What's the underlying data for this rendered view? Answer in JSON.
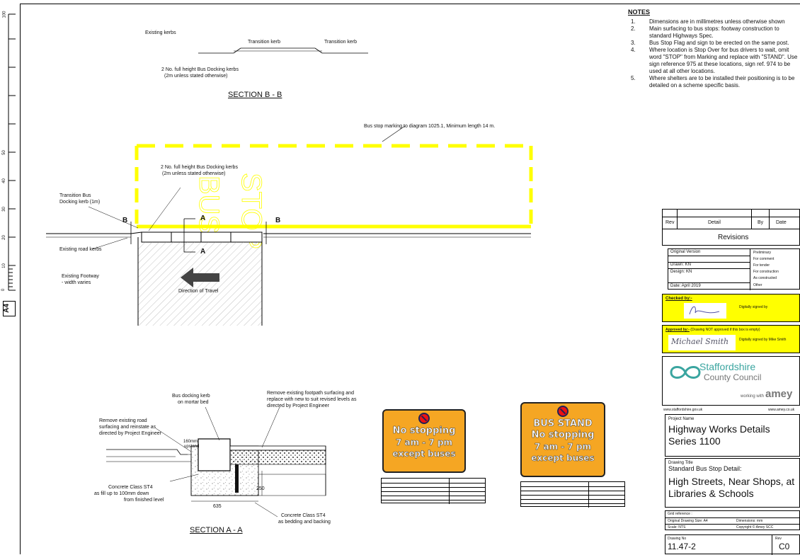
{
  "sheet_size_label": "A4",
  "scale_bar_ticks": [
    "0",
    "10",
    "20",
    "30",
    "40",
    "50",
    "100"
  ],
  "notes": {
    "title": "NOTES",
    "items": [
      {
        "n": "1.",
        "text": "Dimensions are in millimetres unless otherwise shown"
      },
      {
        "n": "2.",
        "text": "Main surfacing to bus stops: footway construction to standard Highways Spec."
      },
      {
        "n": "3.",
        "text": "Bus Stop Flag and sign to be erected on the same post."
      },
      {
        "n": "4.",
        "text": "Where location is Stop Over for bus drivers to wait, omit word \"STOP\" from Marking and replace with \"STAND\". Use sign reference 975 at these locations, sign ref. 974 to be used at all other locations."
      },
      {
        "n": "5.",
        "text": "Where shelters are to be installed their positioning is to be detailed on a scheme specific basis."
      }
    ]
  },
  "section_bb": {
    "title": "SECTION B - B",
    "existing_kerbs": "Existing kerbs",
    "transition_kerb_1": "Transition kerb",
    "transition_kerb_2": "Transition kerb",
    "docking_note_1": "2 No. full height Bus Docking kerbs",
    "docking_note_2": "(2m unless stated otherwise)"
  },
  "plan": {
    "marking_note": "Bus stop marking to diagram 1025.1, Minimum length 14 m.",
    "docking_note_1": "2 No. full height Bus Docking kerbs",
    "docking_note_2": "(2m unless stated otherwise)",
    "transition_note_1": "Transition Bus",
    "transition_note_2": "Docking kerb (1m)",
    "existing_road_kerbs": "Existing road kerbs",
    "footway_1": "Existing Footway",
    "footway_2": "- width varies",
    "direction": "Direction of Travel",
    "marking_word_1": "BUS",
    "marking_word_2": "STOP",
    "label_b_left": "B",
    "label_b_right": "B",
    "label_a_top": "A",
    "label_a_bottom": "A"
  },
  "section_aa": {
    "title": "SECTION A - A",
    "bus_kerb_1": "Bus docking kerb",
    "bus_kerb_2": "on mortar bed",
    "remove_footpath_1": "Remove existing footpath surfacing and",
    "remove_footpath_2": "replace with new to suit revised levels as",
    "remove_footpath_3": "directed by Project Engineer",
    "remove_road_1": "Remove existing road",
    "remove_road_2": "surfacing and reinstate as",
    "remove_road_3": "directed by Project Engineer",
    "upstand_1": "160mm",
    "upstand_2": "upstand",
    "dim_250": "250",
    "dim_635": "635",
    "concrete_fill_1": "Concrete Class ST4",
    "concrete_fill_2": "as fill up to 100mm down",
    "concrete_fill_3": "from finished level",
    "concrete_bed_1": "Concrete Class ST4",
    "concrete_bed_2": "as bedding and backing"
  },
  "sign_974": {
    "lines": [
      "No stopping",
      "7 am - 7 pm",
      "except buses"
    ]
  },
  "sign_975": {
    "lines": [
      "BUS STAND",
      "No stopping",
      "7 am - 7 pm",
      "except buses"
    ]
  },
  "title_block": {
    "rev_header": [
      "Rev",
      "Detail",
      "By",
      "Date"
    ],
    "revisions": "Revisions",
    "original_version": "Original Version",
    "drawn": "Drawn:   KN",
    "design": "Design:  KN",
    "date": "Date:    April  2019",
    "status": [
      "Preliminary",
      "For comment",
      "For tender",
      "For construction",
      "As constructed",
      "Other"
    ],
    "checked_by": "Checked by:-",
    "checked_signed": "Digitally signed by",
    "approved_by": "Approved by:-",
    "approved_note": "(Drawing NOT approved if this box is empty)",
    "approved_signed": "Digitally signed by Mike Smith",
    "signature_text": "Michael Smith",
    "council_1": "Staffordshire",
    "council_2": "County Council",
    "working_with": "working with",
    "amey": "amey",
    "web_left": "www.staffordshire.gov.uk",
    "web_right": "www.amey.co.uk",
    "project_name_label": "Project Name",
    "project_name": "Highway Works Details Series 1100",
    "drawing_title_label": "Drawing Title",
    "drawing_title_sub": "Standard Bus Stop Detail:",
    "drawing_title": "High Streets, Near Shops, at Libraries & Schools",
    "grid_ref": "Grid reference :",
    "orig_size": "Original Drawing Size:   A4",
    "dimensions": "Dimensions:   mm",
    "scale": "Scale:   NTS",
    "copyright": "Copyright © Amey SCC",
    "drawing_no_label": "Drawing No",
    "drawing_no": "11.47-2",
    "rev_label": "Rev",
    "rev_value": "C0"
  },
  "colors": {
    "marking_yellow": "#ffff00",
    "sign_orange": "#f5a623",
    "sign_red": "#ee1111",
    "hatch_grey": "#999999",
    "council_teal": "#3aa5a0"
  }
}
